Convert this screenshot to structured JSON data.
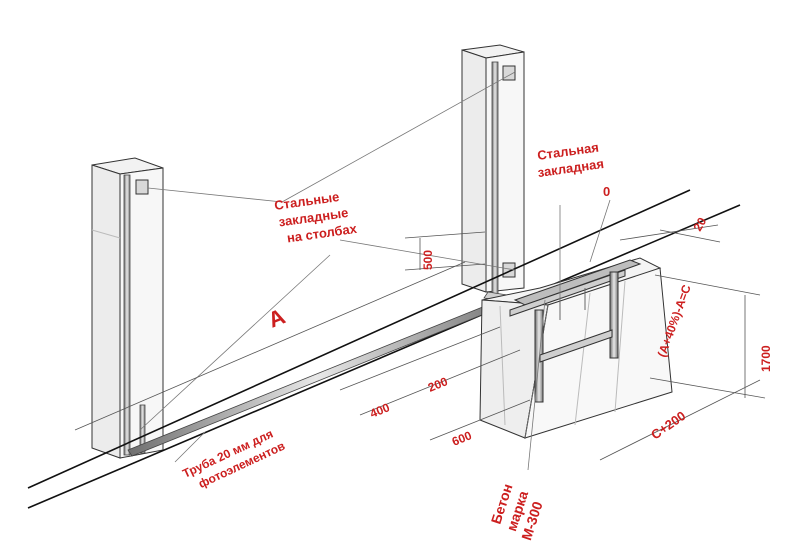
{
  "labels": {
    "steel_embeds_posts": [
      "Стальные",
      "закладные",
      "на столбах"
    ],
    "steel_embed": [
      "Стальная",
      "закладная"
    ],
    "zero": "0",
    "dim_20": "20",
    "dim_500": "500",
    "dim_A": "A",
    "dim_200": "200",
    "dim_400": "400",
    "dim_600": "600",
    "formula": "(A+40%)-A=C",
    "dim_1700": "1700",
    "dim_c200": "C+200",
    "pipe_note": [
      "Труба 20 мм для",
      "фотоэлементов"
    ],
    "concrete": [
      "Бетон",
      "марка",
      "М-300"
    ]
  },
  "colors": {
    "label": "#cc1f1f",
    "line": "#1a1a1a",
    "dimension": "#555555",
    "pipe": "#888888"
  }
}
